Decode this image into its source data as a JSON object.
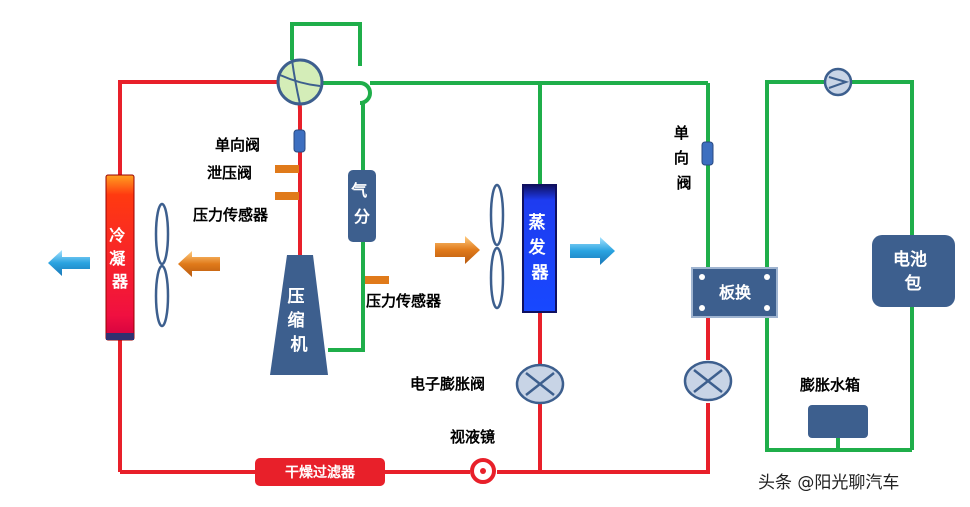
{
  "labels": {
    "condenser": [
      "冷",
      "凝",
      "器"
    ],
    "check_valve_left": "单向阀",
    "relief_valve": "泄压阀",
    "pressure_sensor_left": "压力传感器",
    "compressor": [
      "压",
      "缩",
      "机"
    ],
    "gas_separator": [
      "气",
      "分"
    ],
    "pressure_sensor_right": "压力传感器",
    "evaporator": [
      "蒸",
      "发",
      "器"
    ],
    "check_valve_right": [
      "单",
      "向",
      "阀"
    ],
    "plate_hx": "板换",
    "battery": [
      "电池",
      "包"
    ],
    "expansion_valve": "电子膨胀阀",
    "sight_glass": "视液镜",
    "drier_filter": "干燥过滤器",
    "expansion_tank": "膨胀水箱"
  },
  "watermark": "头条 @阳光聊汽车",
  "colors": {
    "refrigerant_line": "#e8202a",
    "return_line": "#1fae4a",
    "component_blue": "#3d5f8e",
    "airflow_arrow_orange": "#e07a1a",
    "airflow_arrow_blue": "#2aa3e0"
  }
}
